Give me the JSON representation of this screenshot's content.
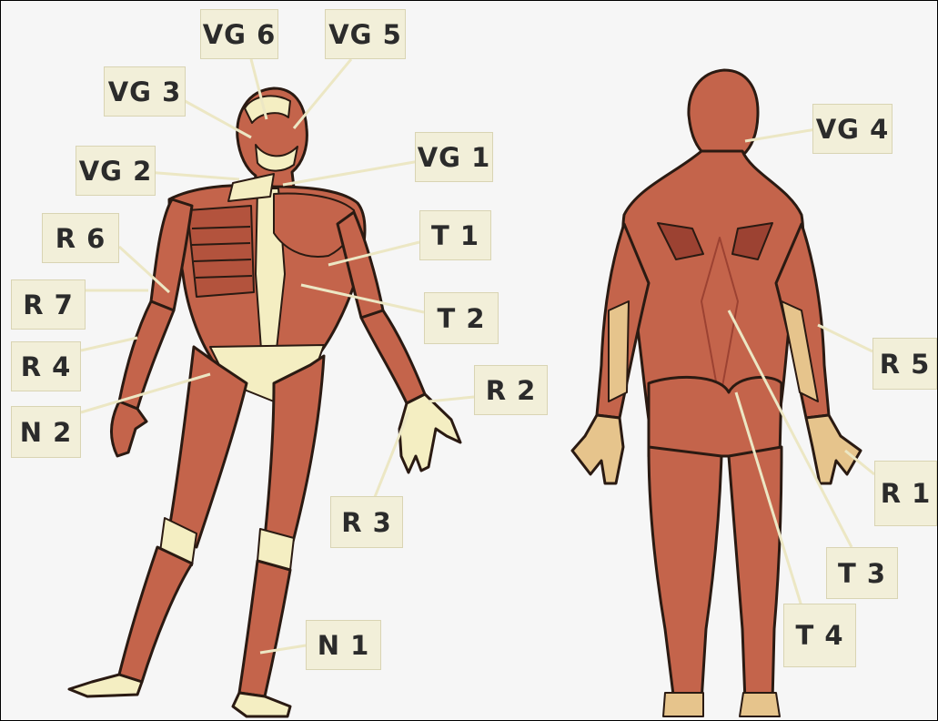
{
  "colors": {
    "muscle": "#c4644b",
    "muscle_dark": "#9c4232",
    "tendon": "#f4eec2",
    "tendon_stroke": "#2a1a12",
    "label_bg": "#f2efd9",
    "leader": "#ece7c4"
  },
  "figures": {
    "front": "anterior-muscle-figure",
    "back": "posterior-muscle-figure"
  },
  "labels": {
    "vg6": "VG 6",
    "vg5": "VG 5",
    "vg3": "VG 3",
    "vg2": "VG 2",
    "vg1": "VG 1",
    "vg4": "VG 4",
    "r6": "R 6",
    "r7": "R 7",
    "r4": "R 4",
    "n2": "N 2",
    "t1": "T 1",
    "t2": "T 2",
    "r2": "R 2",
    "r3": "R 3",
    "n1": "N 1",
    "r5": "R 5",
    "r1": "R 1",
    "t3": "T 3",
    "t4": "T 4"
  }
}
